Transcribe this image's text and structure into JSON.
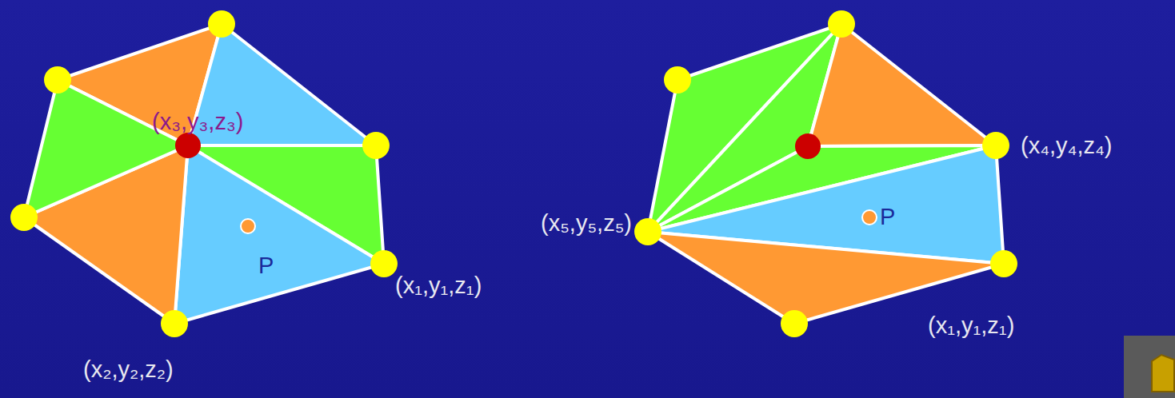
{
  "diagram": {
    "labels": [
      "(x₃,y₃,z₃)",
      "P",
      "(x₁,y₁,z₁)",
      "(x₂,y₂,z₂)",
      "P",
      "(x₄,y₄,z₄)",
      "(x₅,y₅,z₅)",
      "(x₁,y₁,z₁)"
    ]
  }
}
